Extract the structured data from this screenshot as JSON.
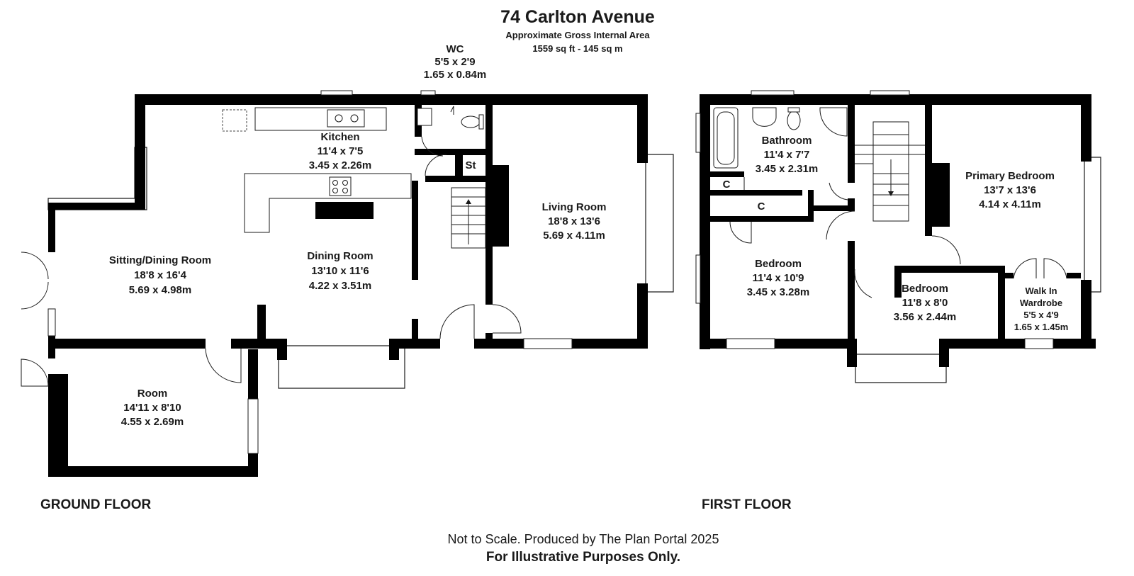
{
  "header": {
    "title": "74 Carlton Avenue",
    "area_caption": "Approximate Gross Internal Area",
    "area_value": "1559 sq ft - 145 sq m"
  },
  "ground_floor": {
    "label": "GROUND FLOOR",
    "rooms": {
      "wc": {
        "name": "WC",
        "imperial": "5'5 x 2'9",
        "metric": "1.65 x 0.84m"
      },
      "kitchen": {
        "name": "Kitchen",
        "imperial": "11'4 x 7'5",
        "metric": "3.45 x 2.26m"
      },
      "store": {
        "name": "St"
      },
      "living": {
        "name": "Living Room",
        "imperial": "18'8 x 13'6",
        "metric": "5.69 x 4.11m"
      },
      "sitting": {
        "name": "Sitting/Dining Room",
        "imperial": "18'8 x 16'4",
        "metric": "5.69 x 4.98m"
      },
      "dining": {
        "name": "Dining Room",
        "imperial": "13'10 x 11'6",
        "metric": "4.22 x 3.51m"
      },
      "room": {
        "name": "Room",
        "imperial": "14'11 x 8'10",
        "metric": "4.55 x 2.69m"
      }
    }
  },
  "first_floor": {
    "label": "FIRST FLOOR",
    "rooms": {
      "bathroom": {
        "name": "Bathroom",
        "imperial": "11'4 x 7'7",
        "metric": "3.45 x 2.31m"
      },
      "cupboard1": {
        "name": "C"
      },
      "cupboard2": {
        "name": "C"
      },
      "primary": {
        "name": "Primary Bedroom",
        "imperial": "13'7 x 13'6",
        "metric": "4.14 x 4.11m"
      },
      "bedroom1": {
        "name": "Bedroom",
        "imperial": "11'4 x 10'9",
        "metric": "3.45 x 3.28m"
      },
      "bedroom2": {
        "name": "Bedroom",
        "imperial": "11'8 x 8'0",
        "metric": "3.56 x 2.44m"
      },
      "wardrobe": {
        "name_line1": "Walk In",
        "name_line2": "Wardrobe",
        "imperial": "5'5 x 4'9",
        "metric": "1.65 x 1.45m"
      }
    }
  },
  "footer": {
    "note": "Not to Scale. Produced by The Plan Portal 2025",
    "disclaimer": "For Illustrative Purposes Only."
  }
}
